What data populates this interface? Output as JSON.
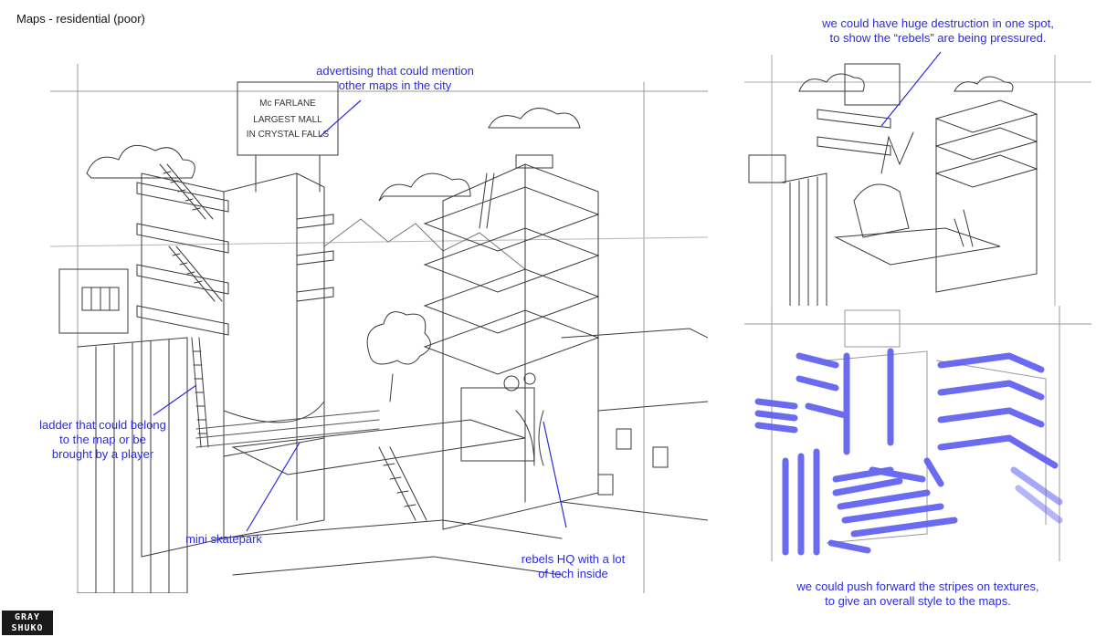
{
  "page": {
    "title": "Maps - residential (poor)"
  },
  "sign": {
    "line1": "Mc FARLANE",
    "line2": "LARGEST MALL",
    "line3": "IN CRYSTAL FALLS"
  },
  "notes": {
    "advertising": [
      "advertising that could mention",
      "other maps in the city"
    ],
    "ladder": [
      "ladder that could belong",
      "to the map or be",
      "brought by a player"
    ],
    "skatepark": [
      "mini skatepark"
    ],
    "rebels_hq": [
      "rebels HQ with a lot",
      "of tech inside"
    ],
    "destruction": [
      "we could have huge destruction in one spot,",
      "to show the “rebels” are being pressured."
    ],
    "stripes": [
      "we could push forward the stripes on textures,",
      "to give an overall style to the maps."
    ]
  },
  "logo": {
    "line1": "GRAY",
    "line2": "SHUKO"
  },
  "colors": {
    "annotation": "#2b2be0",
    "stripe": "#5b5bf0",
    "pencil": "#3a3a3a"
  }
}
